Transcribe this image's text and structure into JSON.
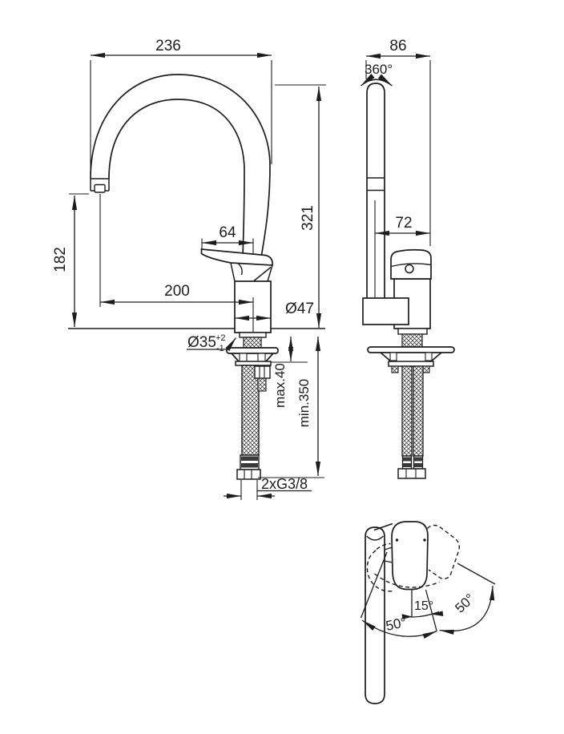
{
  "colors": {
    "ink": "#1d1d1d",
    "paper": "#ffffff"
  },
  "front_view": {
    "spout_reach": "236",
    "spout_height": "321",
    "outlet_height": "182",
    "outlet_reach": "200",
    "lever_tip_to_axis": "64",
    "body_diameter": "Ø47",
    "mount_hole_diameter": "Ø35",
    "mount_hole_tol_upper": "+2",
    "mount_hole_tol_lower": "-1",
    "deck_thickness_max": "max.40",
    "hose_length_min": "min.350",
    "hose_connection": "2xG3/8"
  },
  "side_view": {
    "depth": "86",
    "spout_swivel": "360°",
    "handle_offset": "72"
  },
  "top_view": {
    "handle_mid_angle": "15°",
    "handle_left_angle": "50°",
    "handle_right_angle": "50°"
  }
}
